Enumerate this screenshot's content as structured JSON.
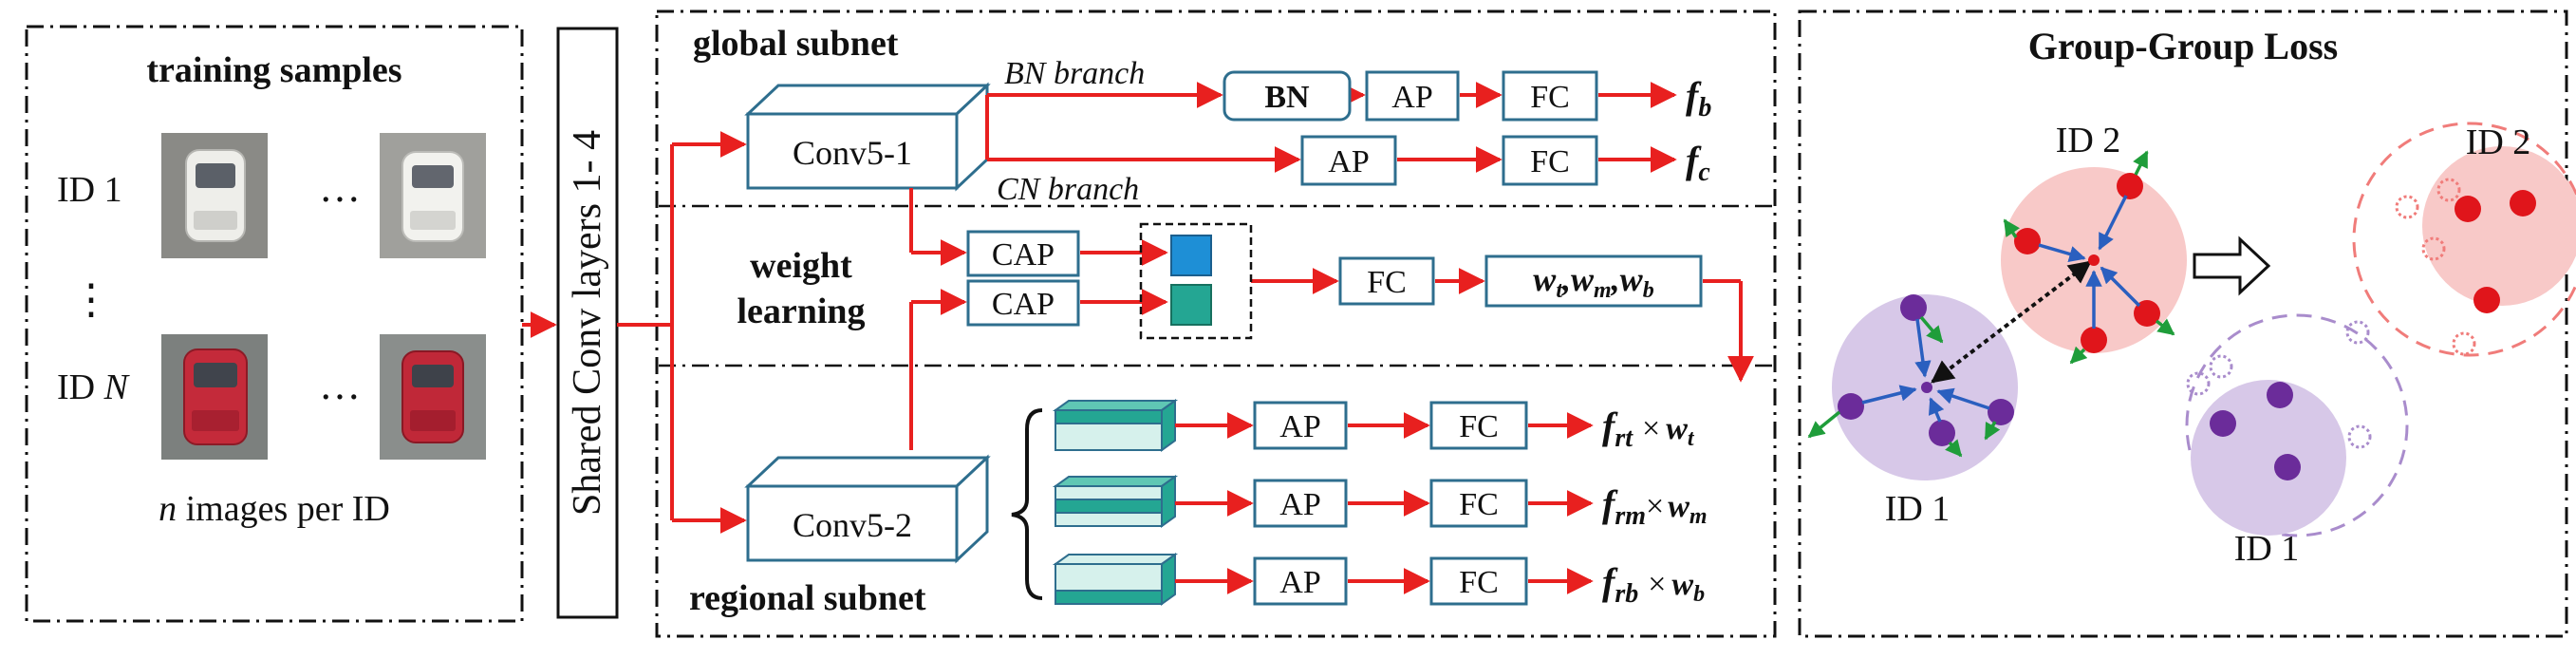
{
  "training": {
    "title": "training samples",
    "id1_label": "ID 1",
    "idn_label_prefix": "ID ",
    "idn_label_var": "N",
    "ellipsis_h": "…",
    "ellipsis_v": "⋮",
    "caption_var": "n",
    "caption_rest": " images per ID"
  },
  "shared": {
    "label": "Shared Conv layers 1- 4"
  },
  "global": {
    "title": "global subnet",
    "conv": "Conv5-1",
    "bn_branch": "BN branch",
    "cn_branch": "CN branch",
    "bn": "BN",
    "ap": "AP",
    "fc": "FC",
    "fb_main": "f",
    "fb_sub": "b",
    "fc_main": "f",
    "fc_sub": "c"
  },
  "weight": {
    "title_line1": "weight",
    "title_line2": "learning",
    "cap": "CAP",
    "fc": "FC",
    "w_t": "w",
    "w_t_sub": "t",
    "w_m": "w",
    "w_m_sub": "m",
    "w_b": "w",
    "w_b_sub": "b",
    "sep": ","
  },
  "regional": {
    "title": "regional subnet",
    "conv": "Conv5-2",
    "ap": "AP",
    "fc": "FC",
    "times": "×",
    "rows": [
      {
        "f": "f",
        "f_sub": "rt",
        "w": "w",
        "w_sub": "t"
      },
      {
        "f": "f",
        "f_sub": "rm",
        "w": "w",
        "w_sub": "m"
      },
      {
        "f": "f",
        "f_sub": "rb",
        "w": "w",
        "w_sub": "b"
      }
    ]
  },
  "loss": {
    "title": "Group-Group Loss",
    "id1": "ID 1",
    "id2": "ID 2",
    "id2_right": "ID 2",
    "id1_right": "ID 1"
  },
  "colors": {
    "arrow": "#e8201f",
    "box_border": "#2e6e8e",
    "teal": "#24a693",
    "blue": "#1e8fd6",
    "pink": "#f8c9c8",
    "purple_fill": "#d7c8e8",
    "red_dot": "#e0151b",
    "purple_dot": "#6b2c9a",
    "green": "#1f9d3a",
    "arrow_blue": "#2a5fbf"
  }
}
